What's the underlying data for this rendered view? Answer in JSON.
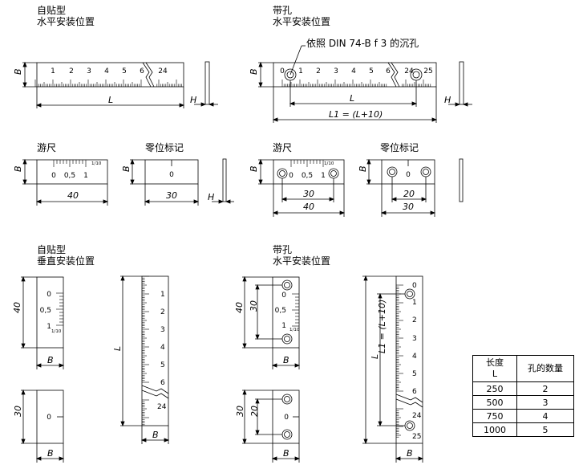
{
  "sections": {
    "s1": {
      "line1": "自贴型",
      "line2": "水平安装位置"
    },
    "s2": {
      "line1": "带孔",
      "line2": "水平安装位置"
    },
    "s3": {
      "line1": "自贴型",
      "line2": "垂直安装位置"
    },
    "s4": {
      "line1": "带孔",
      "line2": "水平安装位置"
    }
  },
  "labels": {
    "vernier": "游尺",
    "zero_mark": "零位标记",
    "callout": "依照 DIN 74-B f 3 的沉孔"
  },
  "dims": {
    "B": "B",
    "H": "H",
    "L": "L",
    "L1": "L1 = (L+10)",
    "d40": "40",
    "d30": "30",
    "d20": "20"
  },
  "scale": {
    "ticks": [
      "0",
      "1",
      "2",
      "3",
      "4",
      "5",
      "6",
      "24",
      "25"
    ],
    "vernier_ticks": [
      "0",
      "0,5",
      "1"
    ],
    "vernier_unit": "1/10",
    "zero": "0"
  },
  "table": {
    "col1_line1": "长度",
    "col1_line2": "L",
    "col2": "孔的数量",
    "rows": [
      {
        "L": "250",
        "n": "2"
      },
      {
        "L": "500",
        "n": "3"
      },
      {
        "L": "750",
        "n": "4"
      },
      {
        "L": "1000",
        "n": "5"
      }
    ]
  },
  "colors": {
    "line": "#000000",
    "background": "#ffffff"
  }
}
